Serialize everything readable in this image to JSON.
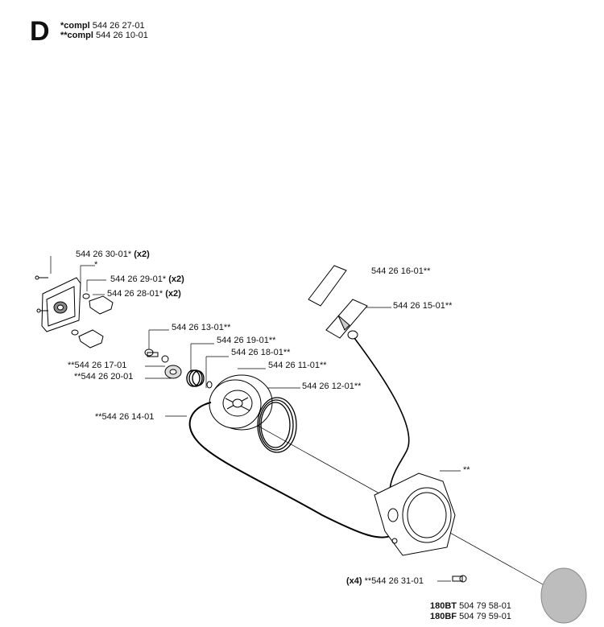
{
  "header": {
    "section_letter": "D",
    "compl_lines": [
      {
        "prefix": "*compl",
        "number": "544 26 27-01"
      },
      {
        "prefix": "**compl",
        "number": "544 26 10-01"
      }
    ]
  },
  "parts": {
    "p3001": {
      "num": "544 26 30-01*",
      "qty": "(x2)"
    },
    "star": "*",
    "p2901": {
      "num": "544 26 29-01*",
      "qty": "(x2)"
    },
    "p2801": {
      "num": "544 26 28-01*",
      "qty": "(x2)"
    },
    "p1301": "544 26 13-01**",
    "p1901": "544 26 19-01**",
    "p1801": "544 26 18-01**",
    "p1701": "**544 26 17-01",
    "p2001": "**544 26 20-01",
    "p1101": "544 26 11-01**",
    "p1201": "544 26 12-01**",
    "p1401": "**544 26 14-01",
    "p1601": "544 26 16-01**",
    "p1501": "544 26 15-01**",
    "housing": "**",
    "p3101": {
      "qty": "(x4)",
      "num": "**544 26 31-01"
    }
  },
  "footer": {
    "models": [
      {
        "model": "180BT",
        "number": "504 79 58-01"
      },
      {
        "model": "180BF",
        "number": "504 79 59-01"
      }
    ]
  },
  "colors": {
    "line": "#000000",
    "shade": "#a0a0a0",
    "decal": "#bdbdbd"
  }
}
